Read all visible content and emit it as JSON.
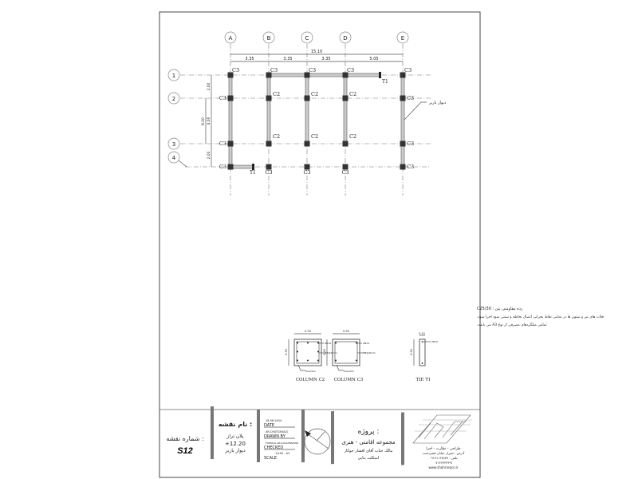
{
  "plan": {
    "column_axes": [
      "A",
      "B",
      "C",
      "D",
      "E"
    ],
    "row_axes": [
      "1",
      "2",
      "3",
      "4"
    ],
    "overall_dimension": "15.10",
    "bay_dimensions": [
      "3.35",
      "3.35",
      "3.35",
      "5.05"
    ],
    "row_dimensions": [
      "2.00",
      "4.00",
      "2.00"
    ],
    "overall_row_dimension": "8.00",
    "wall_label": "دیوار باربر",
    "column_labels": {
      "A1": "C3",
      "B1": "C3",
      "C1": "C3",
      "D1": "C3",
      "E1": "C3",
      "A2": "C3",
      "B2": "C2",
      "C2": "C2",
      "D2": "C2",
      "E2": "C3",
      "A3": "C3",
      "B3": "C2",
      "C3": "C2",
      "D3": "C2",
      "E3": "C3",
      "A4": "C3",
      "B4": "C3",
      "C4": "C3",
      "D4": "C3",
      "E4": "C3"
    },
    "tie_labels": [
      "T1",
      "T1"
    ]
  },
  "notes": [
    "رده مقاومتی بتن : C25/30",
    "قلاب های تیر و ستون ها در تمامی نقاط بحرانی اتصال بخاطه و سنتی شود اجرا شود.",
    "تمامی میلگردهای مصرفی از نوع A3 می باشد."
  ],
  "sections": [
    {
      "title": "COLUMN C2",
      "width": "0.30",
      "height": "0.30",
      "bars": "8Φ14",
      "stirrup": "Φ8@20cm",
      "hook": "Overdim"
    },
    {
      "title": "COLUMN C3",
      "width": "0.30",
      "height": "0.30",
      "bars": "4Φ14",
      "stirrup": "Φ8@20cm",
      "hook": "Overdim"
    },
    {
      "title": "TIE T1",
      "width": "0.15",
      "height": "0.30",
      "bars": "2Φ12"
    }
  ],
  "title_block": {
    "sheet_number_label": "شماره نقشه :",
    "sheet_number": "S12",
    "sheet_name_label": "نام نقشه :",
    "sheet_name_lines": [
      "پلان تراز",
      "+12.20",
      "دیوار باربر"
    ],
    "date_value": "18.08.1404",
    "date_label": "DATE",
    "drawn_value": "AR.CHATGHAILS",
    "drawn_label": "DRAWN BY",
    "checked_value": "F.PIROOL AR.GOLSHIRVAND",
    "checked_label": "CHECKED",
    "scale_value": "1/100 - A3",
    "scale_label": "SCALE",
    "project_label": "پروژه :",
    "project_lines": [
      "مجموعه اقامتی - هنری",
      "مالک جناب آقای افشار جوکار",
      "اسکلت بنایی"
    ],
    "company_lines": [
      "طراحی - نظارت - اجرا",
      "آدرس : شیراز خیابان قصردشت",
      "تلفن : ۰۹۱۷۱۱۶۷۸۷۷",
      "۰۷۱۳۶۳۴۴۳۹۱",
      "www.shohrarpco.ir"
    ]
  }
}
